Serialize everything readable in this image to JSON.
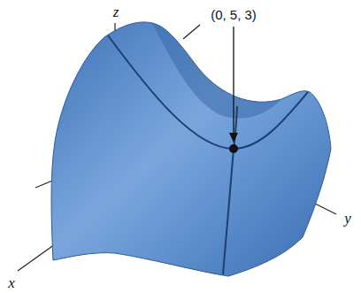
{
  "diagram": {
    "labels": [
      "z",
      "(0, 5, 3)",
      "y",
      "x"
    ]
  }
}
